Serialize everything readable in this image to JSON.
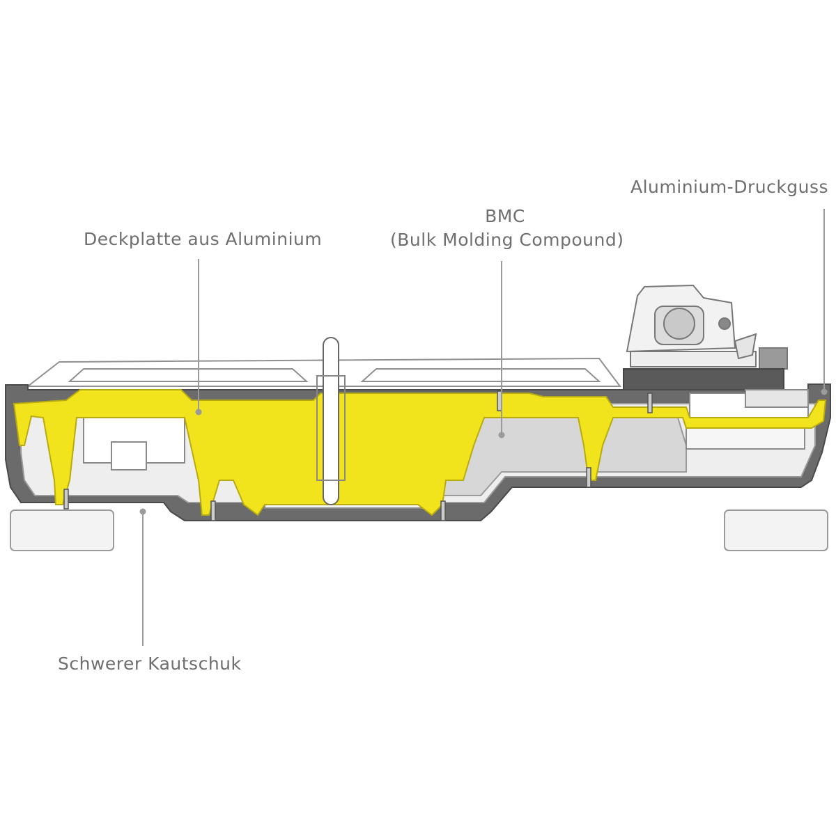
{
  "labels": {
    "deckplate": "Deckplatte aus Aluminium",
    "bmc_line1": "BMC",
    "bmc_line2": "(Bulk Molding Compound)",
    "die_cast": "Aluminium-Druckguss",
    "rubber": "Schwerer Kautschuk"
  },
  "colors": {
    "highlight": "#f2e41c",
    "highlight_stroke": "#b8ab10",
    "chassis": "#6b6b6b",
    "chassis_dark": "#4a4a4a",
    "bmc_fill": "#d7d7d7",
    "interior": "#eeeeee",
    "outline": "#8a8a8a",
    "leader": "#9a9a9a"
  }
}
